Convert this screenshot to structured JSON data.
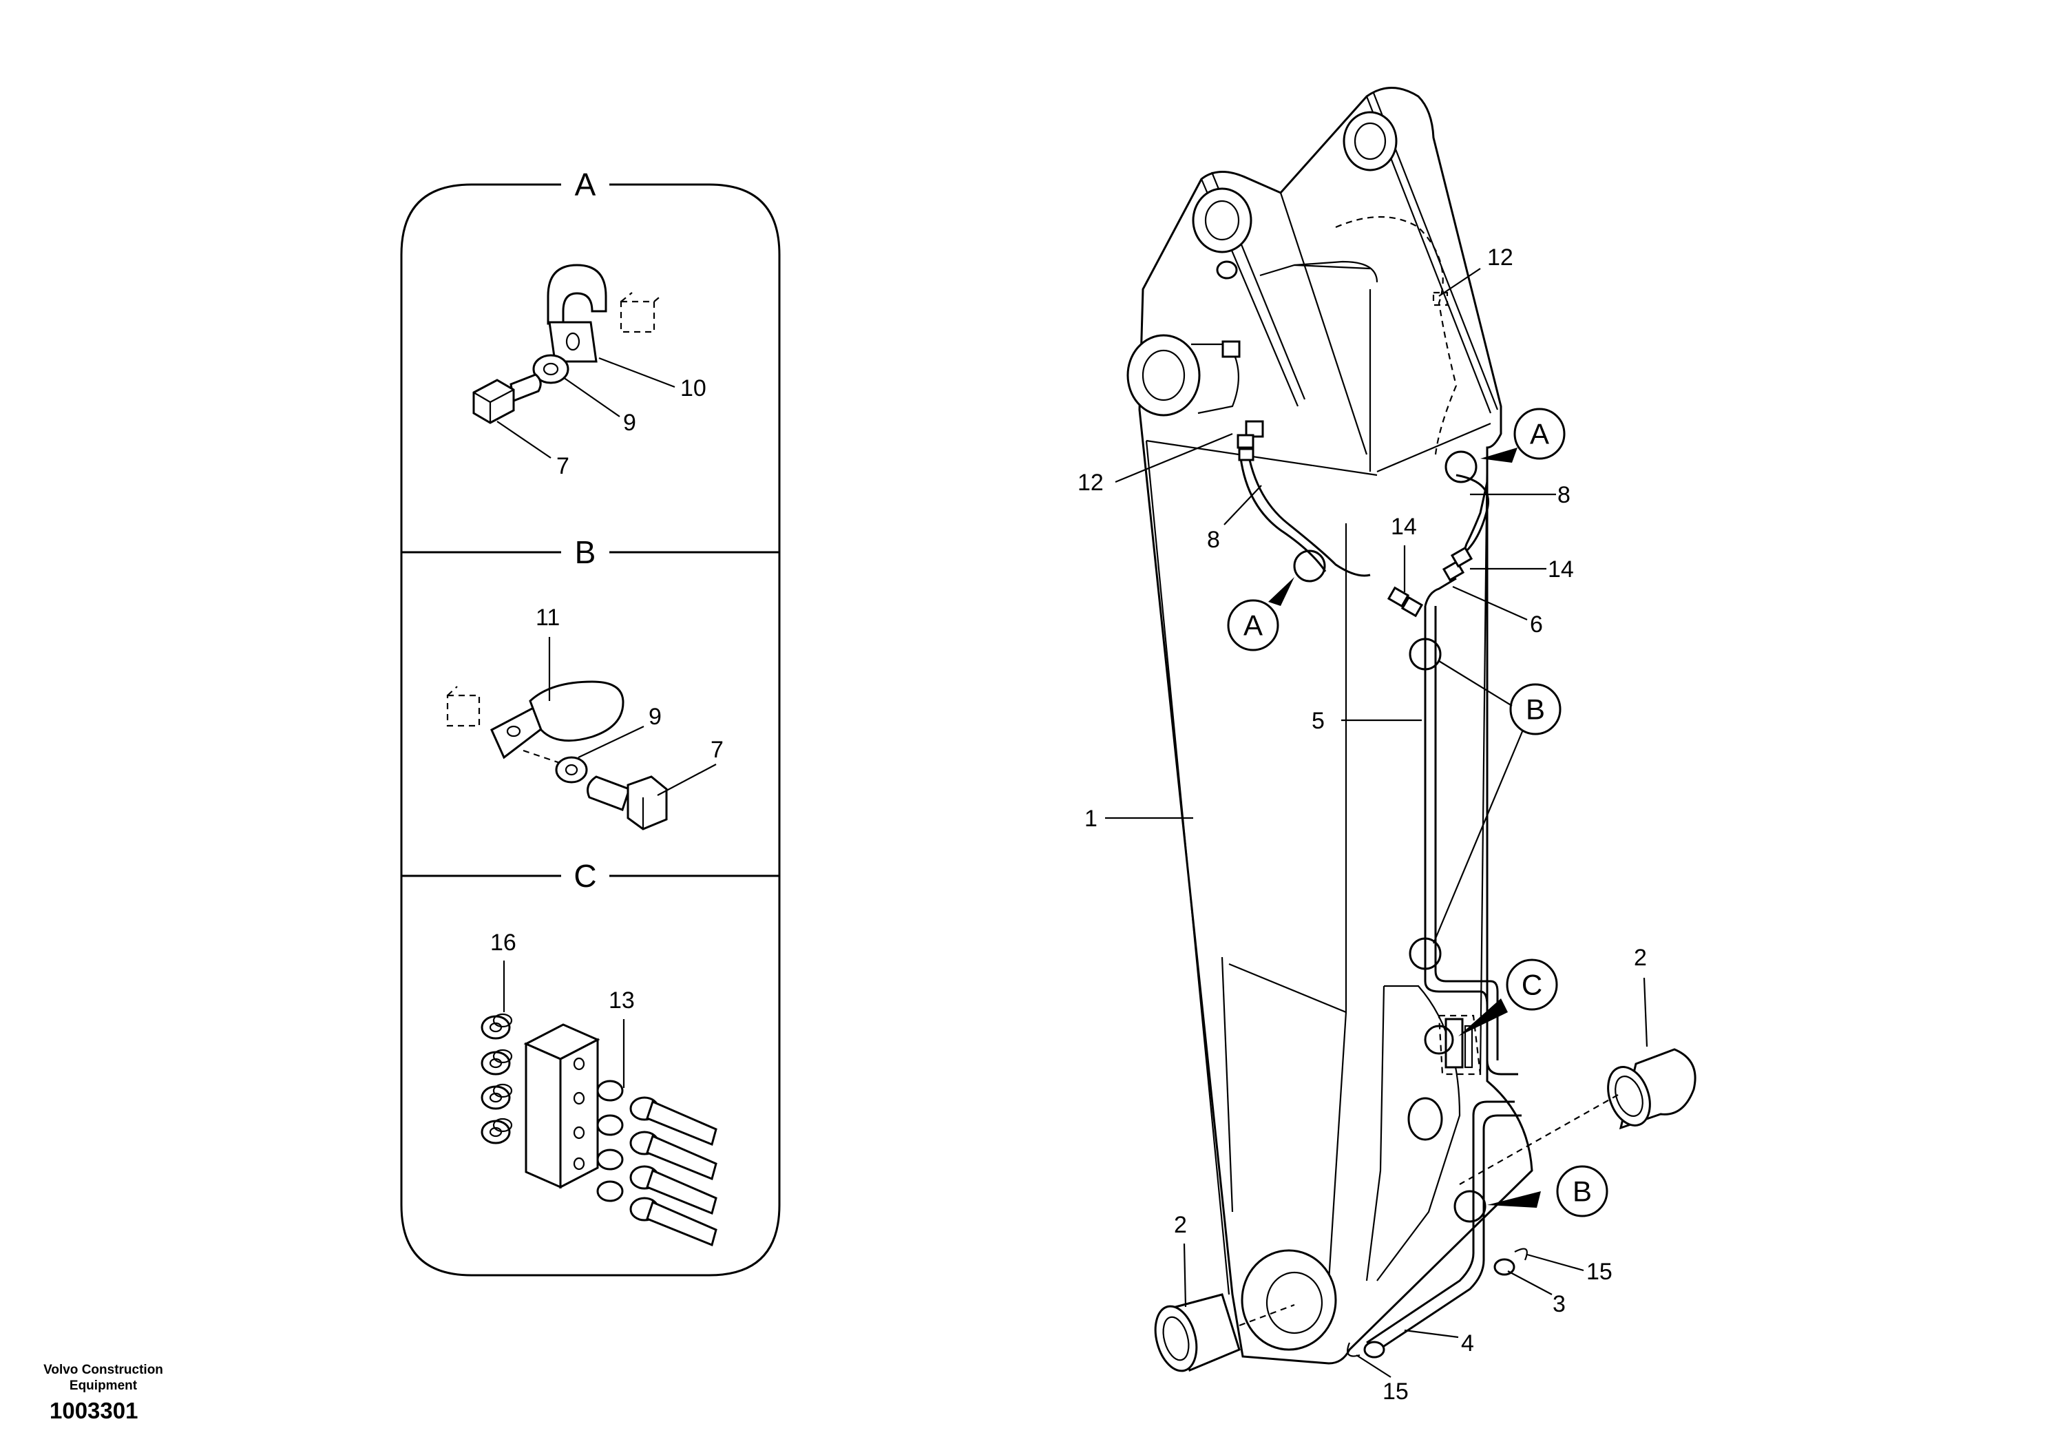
{
  "detail_views": {
    "section_a": "A",
    "section_b": "B",
    "section_c": "C"
  },
  "callouts": {
    "a10": "10",
    "a9": "9",
    "a7": "7",
    "b11": "11",
    "b9": "9",
    "b7": "7",
    "c16": "16",
    "c13": "13",
    "m12_top": "12",
    "m12_left": "12",
    "m8_left": "8",
    "m8_right": "8",
    "m14_left": "14",
    "m14_right": "14",
    "m6": "6",
    "m5": "5",
    "m1": "1",
    "m2_right": "2",
    "m2_left": "2",
    "m15_right": "15",
    "m15_bottom": "15",
    "m3": "3",
    "m4": "4"
  },
  "bubbles": {
    "a_top": "A",
    "a_left": "A",
    "b_upper": "B",
    "c": "C",
    "b_lower": "B"
  },
  "footer": {
    "brand": "Volvo Construction Equipment",
    "doc_number": "1003301"
  }
}
